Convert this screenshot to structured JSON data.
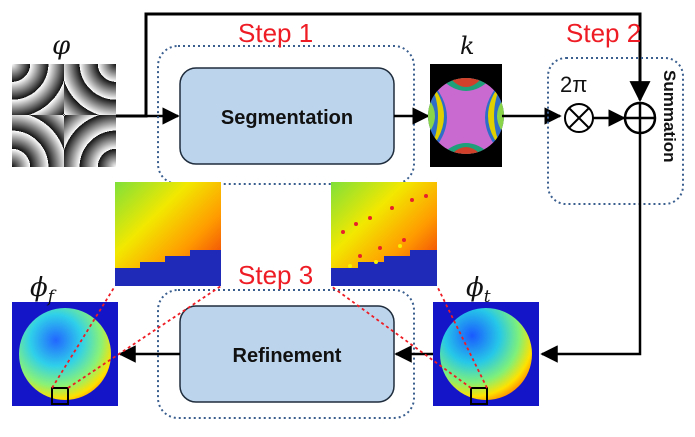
{
  "steps": {
    "step1": "Step 1",
    "step2": "Step 2",
    "step3": "Step 3"
  },
  "boxes": {
    "segmentation": "Segmentation",
    "refinement": "Refinement",
    "summation": "Summation"
  },
  "symbols": {
    "input_phase": "φ",
    "fringe_order": "k",
    "two_pi": "2π",
    "phase_t": "ϕ",
    "phase_t_sub": "t",
    "phase_f": "ϕ",
    "phase_f_sub": "f"
  },
  "colors": {
    "step_text": "#ee1c24",
    "box_fill": "#bcd4ec",
    "box_stroke": "#1f2d3d",
    "dotted_border": "#3a5f8f",
    "zoom_lines": "#ee1c24",
    "flow": "#000000"
  }
}
